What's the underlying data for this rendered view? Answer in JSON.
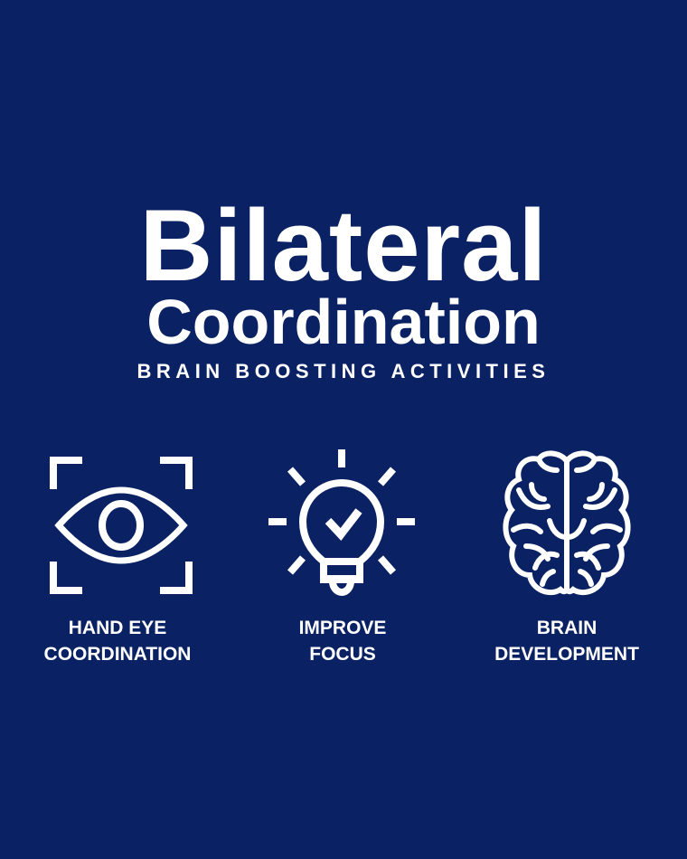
{
  "title": {
    "line1": "Bilateral",
    "line2": "Coordination",
    "subtitle": "BRAIN BOOSTING ACTIVITIES"
  },
  "colors": {
    "background": "#0a2263",
    "foreground": "#ffffff"
  },
  "features": [
    {
      "icon": "eye-focus-icon",
      "line1": "HAND EYE",
      "line2": "COORDINATION"
    },
    {
      "icon": "lightbulb-check-icon",
      "line1": "IMPROVE",
      "line2": "FOCUS"
    },
    {
      "icon": "brain-icon",
      "line1": "BRAIN",
      "line2": "DEVELOPMENT"
    }
  ]
}
